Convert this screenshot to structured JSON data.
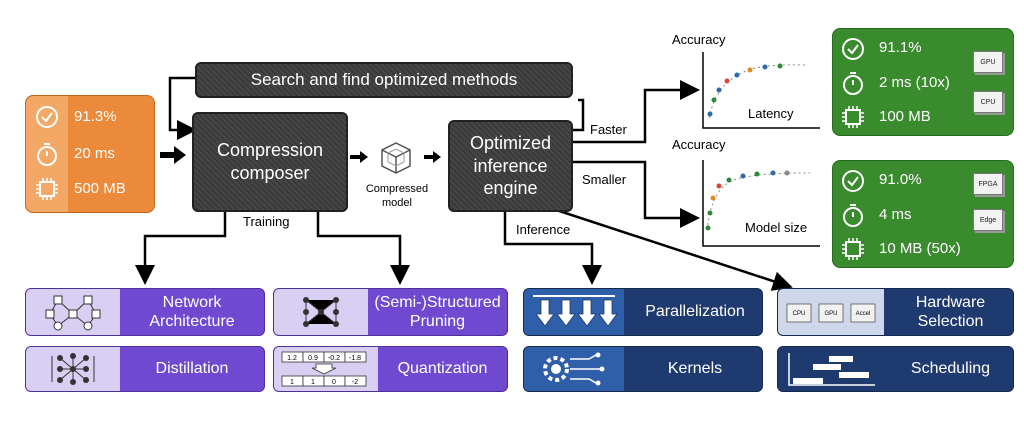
{
  "baseline": {
    "accuracy": "91.3%",
    "latency": "20 ms",
    "size": "500 MB",
    "color": "#ea8a3a"
  },
  "search_box": "Search and find optimized methods",
  "compression_composer": "Compression composer",
  "compressed_model": "Compressed model",
  "inference_engine": "Optimized inference engine",
  "labels": {
    "training": "Training",
    "inference": "Inference",
    "faster": "Faster",
    "smaller": "Smaller"
  },
  "plot_top": {
    "ylabel": "Accuracy",
    "xlabel": "Latency"
  },
  "plot_bottom": {
    "ylabel": "Accuracy",
    "xlabel": "Model size"
  },
  "result_faster": {
    "accuracy": "91.1%",
    "latency": "2 ms (10x)",
    "size": "100 MB",
    "chips": [
      "GPU",
      "CPU"
    ],
    "color": "#3a8a2e"
  },
  "result_smaller": {
    "accuracy": "91.0%",
    "latency": "4 ms",
    "size": "10 MB (50x)",
    "chips": [
      "FPGA",
      "Edge"
    ],
    "color": "#3a8a2e"
  },
  "cards": {
    "network_architecture": "Network Architecture",
    "distillation": "Distillation",
    "pruning": "(Semi-)Structured Pruning",
    "quantization": "Quantization",
    "parallelization": "Parallelization",
    "kernels": "Kernels",
    "hardware_selection": "Hardware Selection",
    "scheduling": "Scheduling"
  },
  "quant_icon": {
    "top": [
      "1.2",
      "0.9",
      "-0.2",
      "-1.8"
    ],
    "bottom": [
      "1",
      "1",
      "0",
      "-2"
    ]
  },
  "hw_icon": [
    "CPU",
    "GPU",
    "Accel"
  ],
  "icons": {
    "accuracy": "check-circle-icon",
    "latency": "stopwatch-icon",
    "size": "chip-icon"
  }
}
